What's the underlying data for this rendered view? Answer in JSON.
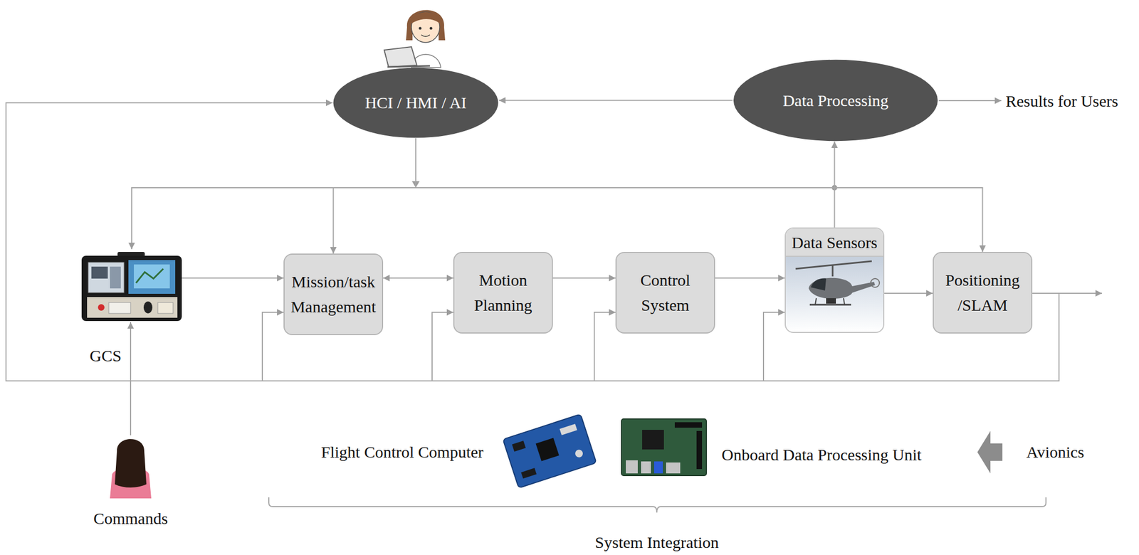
{
  "diagram": {
    "nodes": [
      {
        "text": [
          "HCI / HMI / AI"
        ]
      },
      {
        "text": [
          "Data Processing"
        ]
      },
      {
        "text": [
          "GCS"
        ]
      },
      {
        "text": [
          "Mission/task Management"
        ]
      },
      {
        "text": [
          "Motion Planning"
        ]
      },
      {
        "text": [
          "Control System"
        ]
      },
      {
        "text": [
          "Data Sensors"
        ]
      },
      {
        "text": [
          "Positioning /SLAM"
        ]
      },
      {
        "text": [
          "Commands"
        ]
      }
    ],
    "edges": [
      {
        "from": 2,
        "to": 3,
        "arrow": "to"
      },
      {
        "from": 3,
        "to": 4,
        "arrow": "both"
      },
      {
        "from": 4,
        "to": 5,
        "arrow": "to"
      },
      {
        "from": 5,
        "to": 6,
        "arrow": "to"
      },
      {
        "from": 6,
        "to": 7,
        "arrow": "to"
      },
      {
        "from": 8,
        "to": 2,
        "arrow": "to"
      },
      {
        "from": 0,
        "to": 2,
        "arrow": "to"
      },
      {
        "from": 0,
        "to": 3,
        "arrow": "to"
      },
      {
        "from": 0,
        "to": 7,
        "arrow": "to"
      },
      {
        "from": 6,
        "to": 1,
        "arrow": "to"
      },
      {
        "from": 1,
        "to": 0,
        "arrow": "to"
      },
      {
        "from": 7,
        "to": 0,
        "arrow": "to"
      },
      {
        "from": 7,
        "to": 3,
        "arrow": "to"
      },
      {
        "from": 7,
        "to": 4,
        "arrow": "to"
      },
      {
        "from": 7,
        "to": 5,
        "arrow": "to"
      },
      {
        "from": 7,
        "to": 6,
        "arrow": "to"
      }
    ],
    "labels": [
      "Results for Users",
      "Flight Control Computer",
      "Onboard Data Processing Unit",
      "Avionics",
      "System Integration"
    ]
  }
}
